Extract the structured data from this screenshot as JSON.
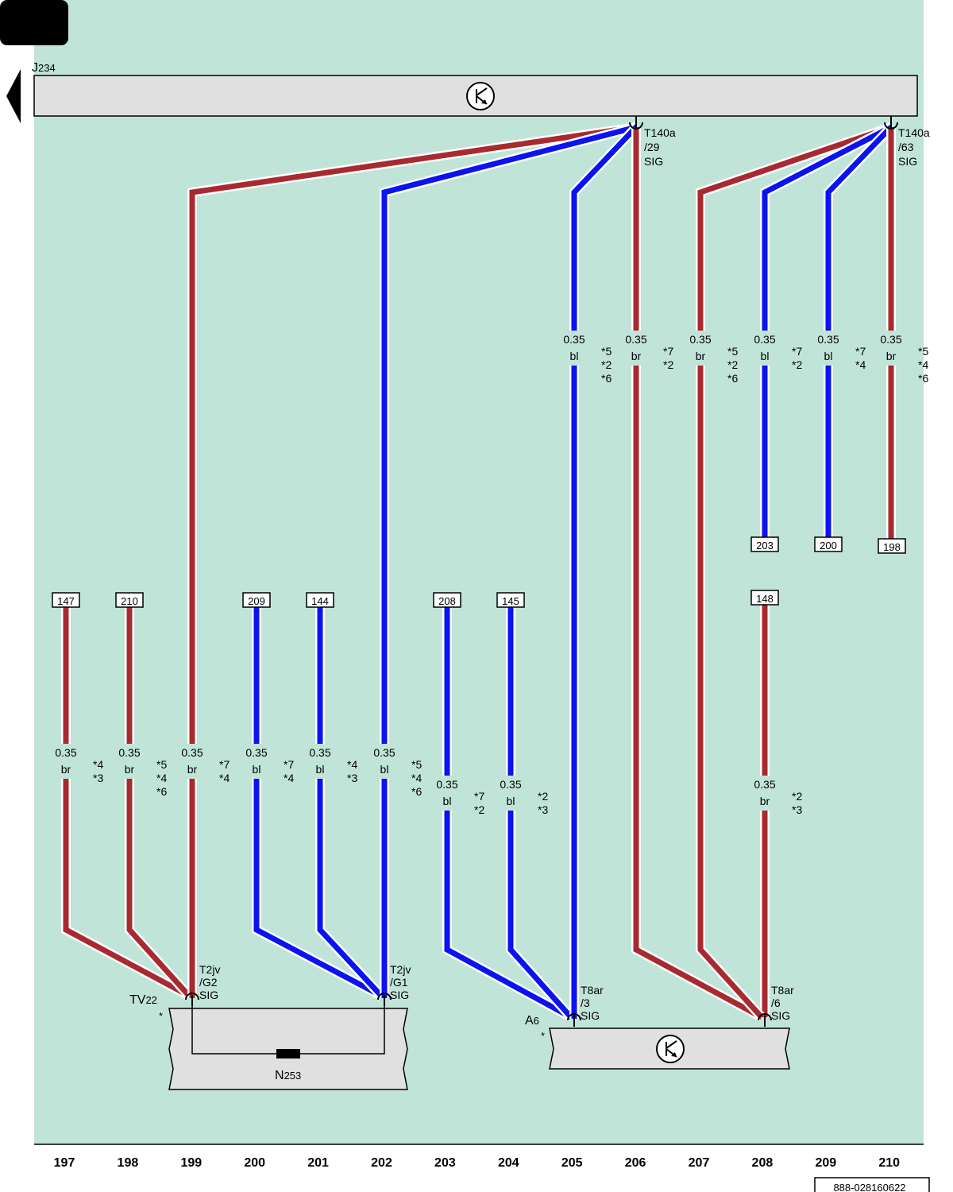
{
  "colors": {
    "background": "#c1e4d9",
    "br": "#a82a31",
    "bl": "#0a13f0",
    "outline": "#000000",
    "box_fill": "#e0e0e0"
  },
  "modules": {
    "top": {
      "name": "J",
      "sub": "234",
      "icon": "transistor-icon"
    },
    "tv": {
      "name": "TV",
      "sub": "22",
      "star": "*"
    },
    "a6": {
      "name": "A",
      "sub": "6",
      "star": "*",
      "icon": "transistor-icon"
    },
    "n253": {
      "name": "N",
      "sub": "253",
      "icon": "resistor-icon"
    }
  },
  "connectors": {
    "t140a_29": [
      "T140a",
      "/29",
      "SIG"
    ],
    "t140a_63": [
      "T140a",
      "/63",
      "SIG"
    ],
    "t2jv_g2": [
      "T2jv",
      "/G2",
      "SIG"
    ],
    "t2jv_g1": [
      "T2jv",
      "/G1",
      "SIG"
    ],
    "t8ar_3": [
      "T8ar",
      "/3",
      "SIG"
    ],
    "t8ar_6": [
      "T8ar",
      "/6",
      "SIG"
    ]
  },
  "refs": {
    "r147": "147",
    "r210": "210",
    "r209": "209",
    "r144": "144",
    "r208": "208",
    "r145": "145",
    "r148": "148",
    "r203": "203",
    "r200": "200",
    "r198": "198"
  },
  "wires": [
    {
      "gauge": "0.35",
      "color": "br",
      "notes": [
        "*4",
        "*3"
      ]
    },
    {
      "gauge": "0.35",
      "color": "br",
      "notes": [
        "*5",
        "*4",
        "*6"
      ]
    },
    {
      "gauge": "0.35",
      "color": "br",
      "notes": [
        "*7",
        "*4"
      ]
    },
    {
      "gauge": "0.35",
      "color": "bl",
      "notes": [
        "*7",
        "*4"
      ]
    },
    {
      "gauge": "0.35",
      "color": "bl",
      "notes": [
        "*4",
        "*3"
      ]
    },
    {
      "gauge": "0.35",
      "color": "bl",
      "notes": [
        "*5",
        "*4",
        "*6"
      ]
    },
    {
      "gauge": "0.35",
      "color": "bl",
      "notes": [
        "*7",
        "*2"
      ]
    },
    {
      "gauge": "0.35",
      "color": "bl",
      "notes": [
        "*2",
        "*3"
      ]
    },
    {
      "gauge": "0.35",
      "color": "br",
      "notes": [
        "*2",
        "*3"
      ]
    },
    {
      "gauge": "0.35",
      "color": "bl",
      "notes": [
        "*5",
        "*2",
        "*6"
      ]
    },
    {
      "gauge": "0.35",
      "color": "br",
      "notes": [
        "*7",
        "*2"
      ]
    },
    {
      "gauge": "0.35",
      "color": "br",
      "notes": [
        "*5",
        "*2",
        "*6"
      ]
    },
    {
      "gauge": "0.35",
      "color": "bl",
      "notes": [
        "*7",
        "*2"
      ]
    },
    {
      "gauge": "0.35",
      "color": "bl",
      "notes": [
        "*7",
        "*4"
      ]
    },
    {
      "gauge": "0.35",
      "color": "br",
      "notes": [
        "*5",
        "*4",
        "*6"
      ]
    }
  ],
  "tracks": [
    "197",
    "198",
    "199",
    "200",
    "201",
    "202",
    "203",
    "204",
    "205",
    "206",
    "207",
    "208",
    "209",
    "210"
  ],
  "doc_id": "888-028160622"
}
